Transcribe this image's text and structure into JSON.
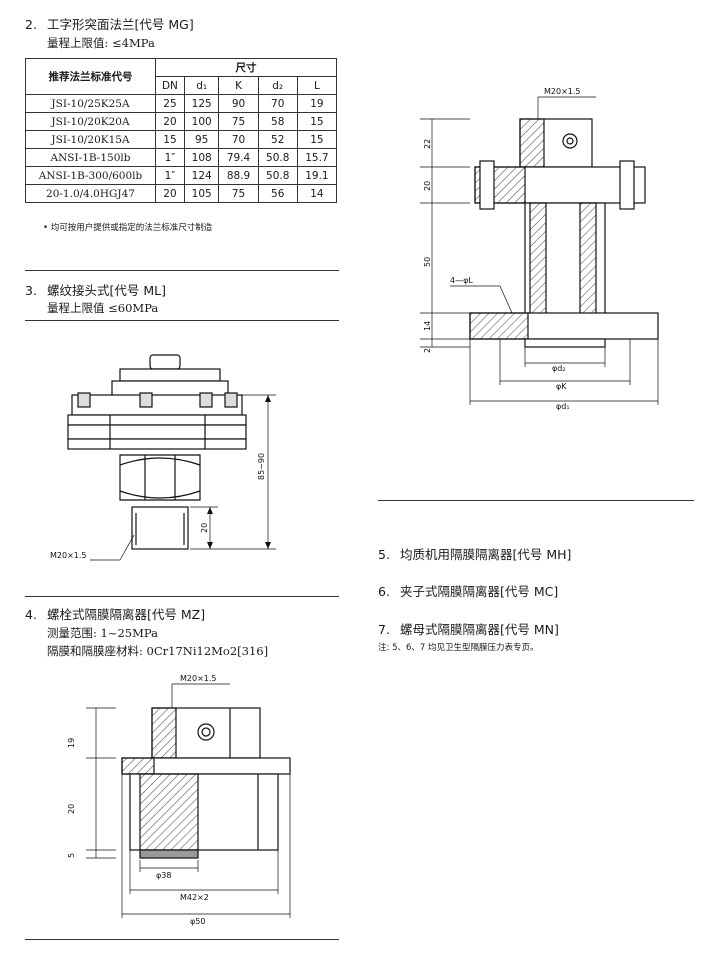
{
  "section2": {
    "num": "2.",
    "title": "工字形突面法兰[代号 MG]",
    "range": "量程上限值: ≤4MPa",
    "table": {
      "header_left": "推荐法兰标准代号",
      "header_group": "尺寸",
      "columns": [
        "DN",
        "d₁",
        "K",
        "d₂",
        "L"
      ],
      "rows": [
        [
          "JSI-10/25K25A",
          "25",
          "125",
          "90",
          "70",
          "19"
        ],
        [
          "JSI-10/20K20A",
          "20",
          "100",
          "75",
          "58",
          "15"
        ],
        [
          "JSI-10/20K15A",
          "15",
          "95",
          "70",
          "52",
          "15"
        ],
        [
          "ANSI-1B-150lb",
          "1″",
          "108",
          "79.4",
          "50.8",
          "15.7"
        ],
        [
          "ANSI-1B-300/600lb",
          "1″",
          "124",
          "88.9",
          "50.8",
          "19.1"
        ],
        [
          "20-1.0/4.0HGJ47",
          "20",
          "105",
          "75",
          "56",
          "14"
        ]
      ]
    },
    "note": "• 均可按用户提供或指定的法兰标准尺寸制造"
  },
  "section3": {
    "num": "3.",
    "title": "螺纹接头式[代号 ML]",
    "range": "量程上限值 ≤60MPa",
    "drawing": {
      "dim_height": "85~90",
      "dim_thread_len": "20",
      "thread": "M20×1.5"
    }
  },
  "section4": {
    "num": "4.",
    "title": "螺栓式隔膜隔离器[代号 MZ]",
    "range": "测量范围: 1~25MPa",
    "material": "隔膜和隔膜座材料: 0Cr17Ni12Mo2[316]",
    "drawing": {
      "thread": "M20×1.5",
      "dim_19": "19",
      "dim_20": "20",
      "dim_5": "5",
      "dia_38": "φ38",
      "thread_42": "M42×2",
      "dia_50": "φ50"
    }
  },
  "flange_drawing": {
    "thread": "M20×1.5",
    "dim_22": "22",
    "dim_20": "20",
    "dim_50": "50",
    "dim_14": "14",
    "dim_2": "2",
    "holes": "4—φL",
    "dia_d2": "φd₂",
    "dia_K": "φK",
    "dia_d1": "φd₁"
  },
  "section5": {
    "num": "5.",
    "title": "均质机用隔膜隔离器[代号 MH]"
  },
  "section6": {
    "num": "6.",
    "title": "夹子式隔膜隔离器[代号 MC]"
  },
  "section7": {
    "num": "7.",
    "title": "螺母式隔膜隔离器[代号 MN]"
  },
  "footnote": "注: 5、6、7 均见卫生型隔膜压力表专页。"
}
